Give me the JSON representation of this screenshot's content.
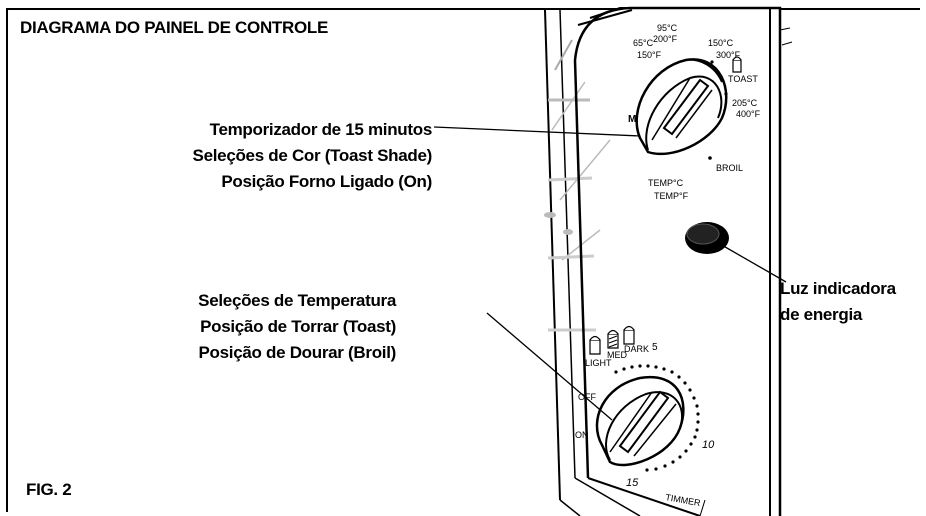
{
  "title": "DIAGRAMA DO PAINEL DE CONTROLE",
  "figure_label": "FIG. 2",
  "callouts": {
    "timer_dial": [
      "Temporizador de 15 minutos",
      "Seleções de Cor (Toast Shade)",
      "Posição Forno Ligado (On)"
    ],
    "temperature_dial": [
      "Seleções de Temperatura",
      "Posição de Torrar (Toast)",
      "Posição de Dourar (Broil)"
    ],
    "power_light": [
      "Luz indicadora",
      "de energia"
    ]
  },
  "temperature_dial_marks": {
    "t1_c": "65°C",
    "t1_f": "150°F",
    "t2_c": "95°C",
    "t2_f": "200°F",
    "t3_c": "150°C",
    "t3_f": "300°F",
    "toast": "TOAST",
    "t4_c": "205°C",
    "t4_f": "400°F",
    "broil": "BROIL",
    "partial_left": "M",
    "temp_c": "TEMP°C",
    "temp_f": "TEMP°F"
  },
  "timer_dial_marks": {
    "light": "LIGHT",
    "med": "MED",
    "dark": "DARK",
    "five": "5",
    "off": "OFF",
    "on": "ON",
    "ten": "10",
    "fifteen": "15",
    "timer": "TIMMER"
  }
}
